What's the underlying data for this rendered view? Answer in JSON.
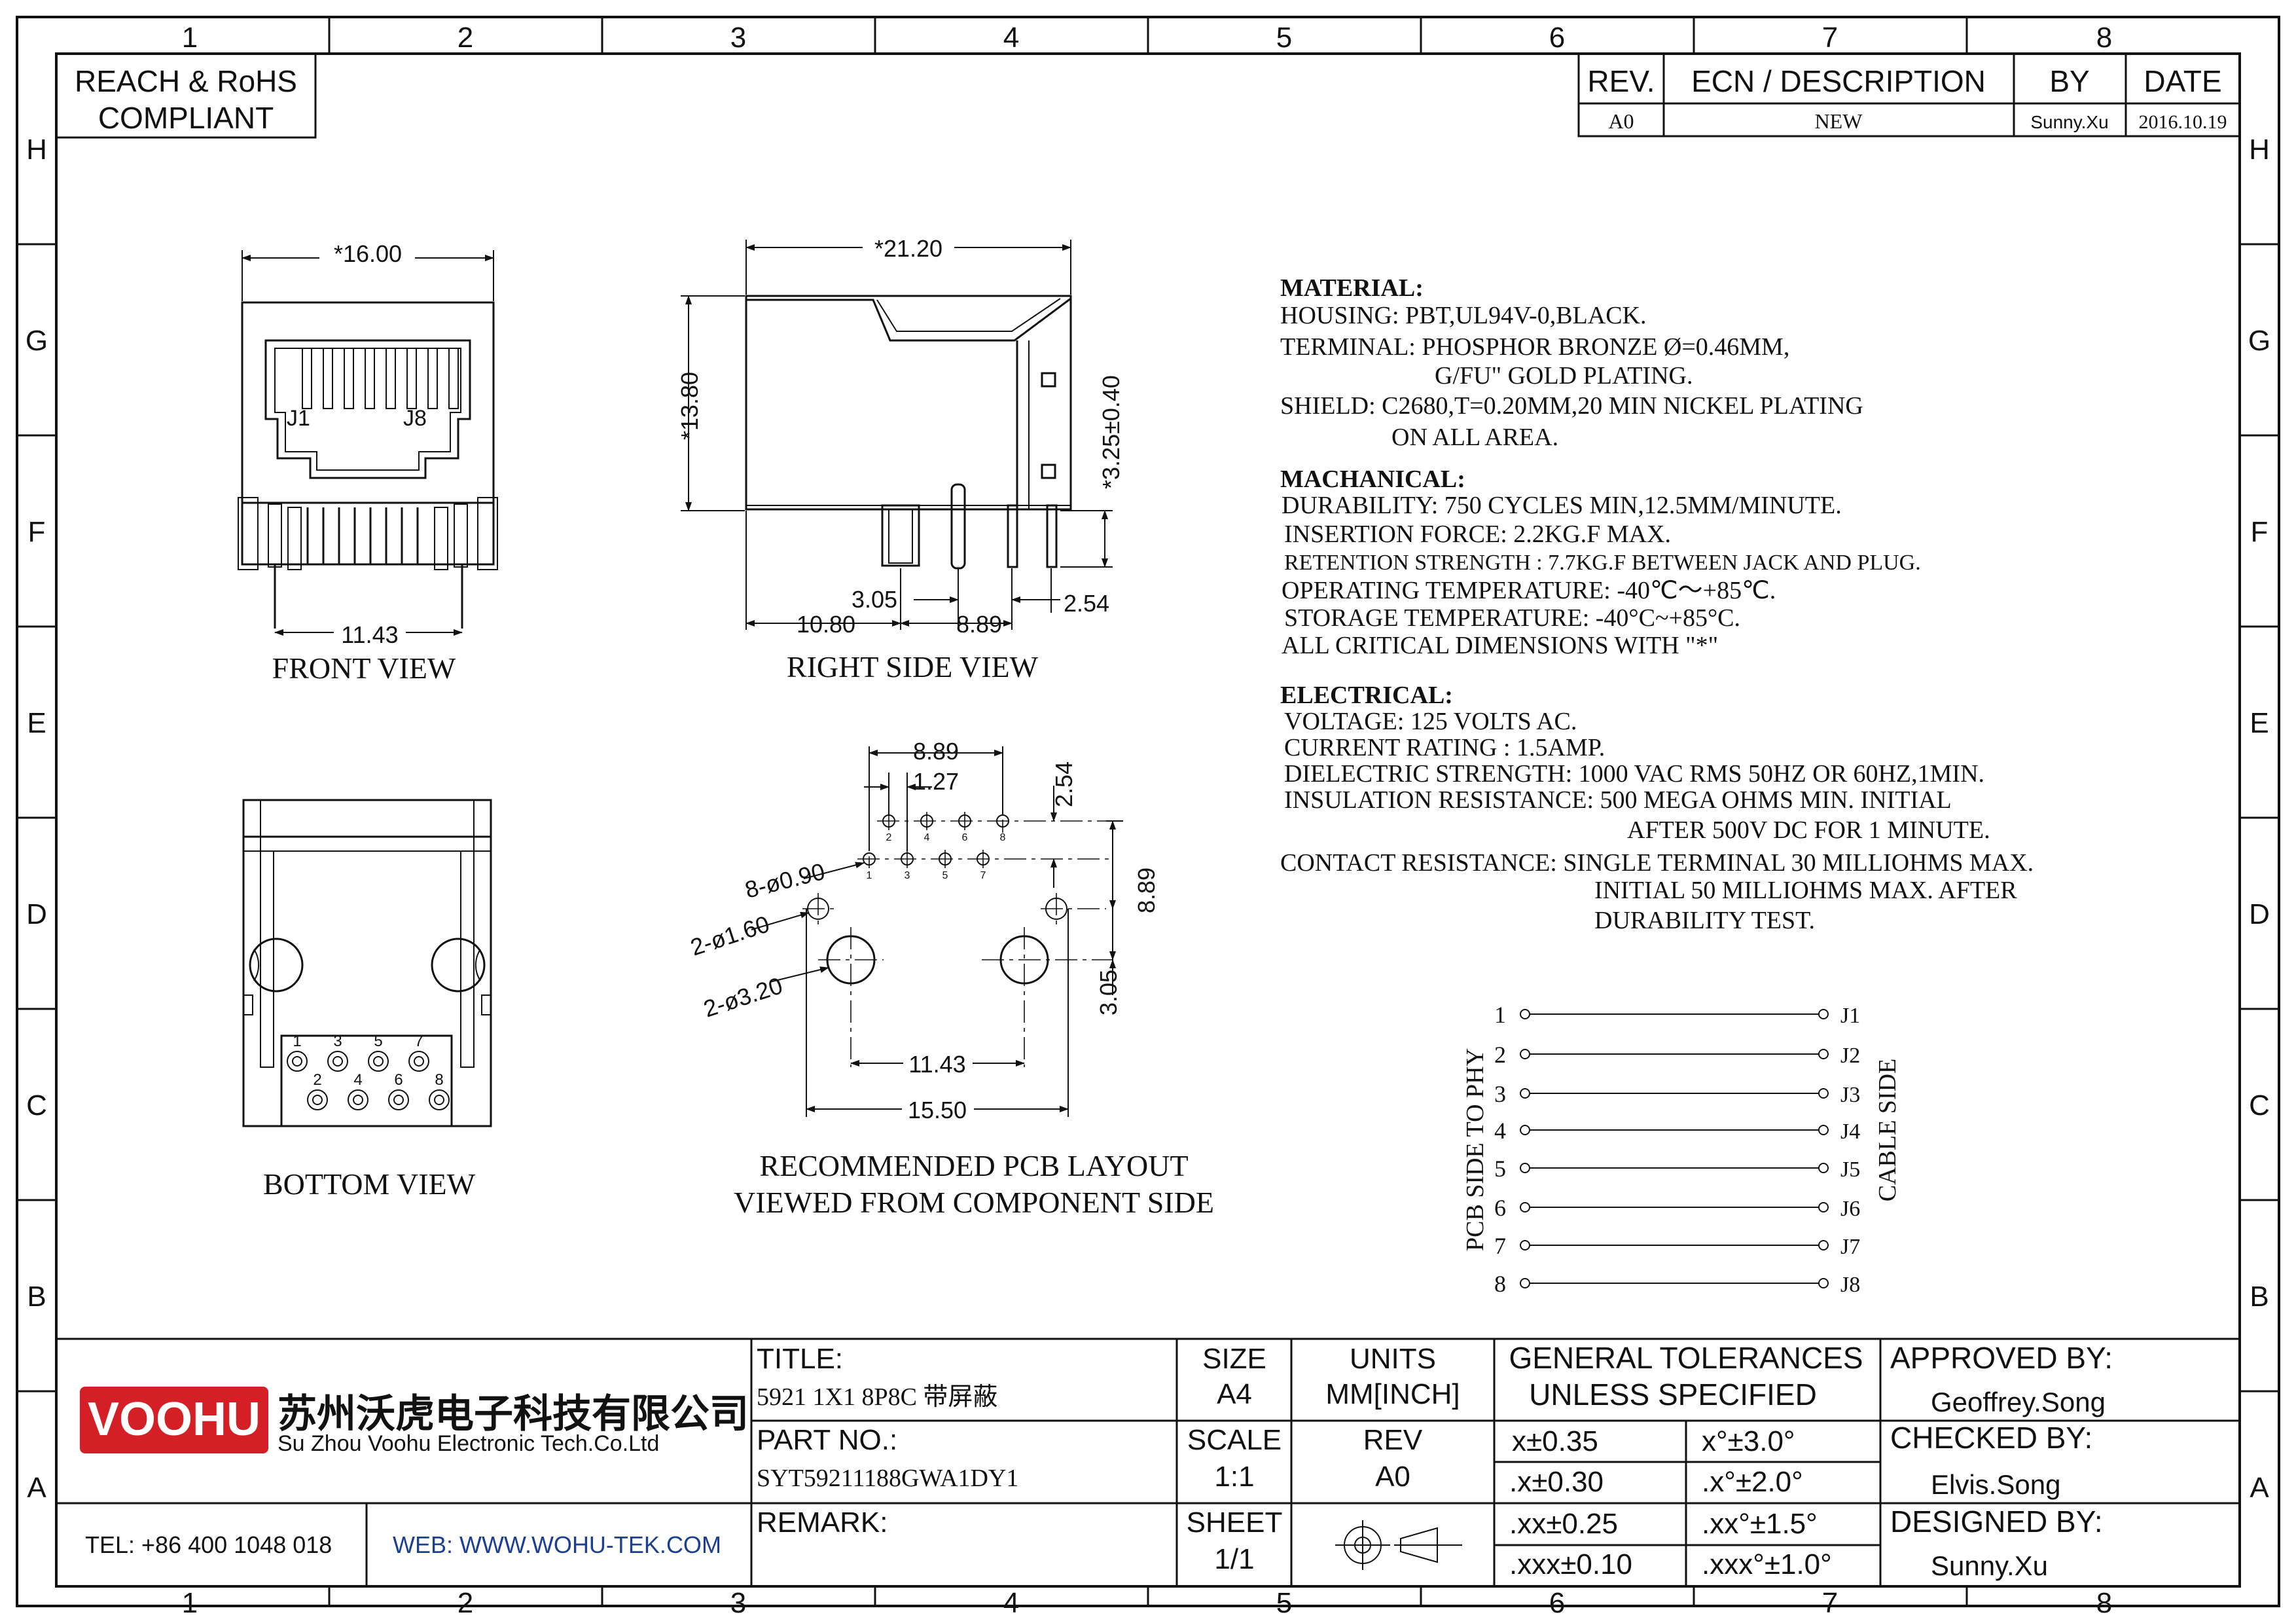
{
  "frame": {
    "columns": [
      "1",
      "2",
      "3",
      "4",
      "5",
      "6",
      "7",
      "8"
    ],
    "rows": [
      "H",
      "G",
      "F",
      "E",
      "D",
      "C",
      "B",
      "A"
    ]
  },
  "compliance": {
    "line1": "REACH & RoHS",
    "line2": "COMPLIANT"
  },
  "revision": {
    "headers": {
      "rev": "REV.",
      "ecn": "ECN / DESCRIPTION",
      "by": "BY",
      "date": "DATE"
    },
    "row": {
      "rev": "A0",
      "ecn": "NEW",
      "by": "Sunny.Xu",
      "date": "2016.10.19"
    }
  },
  "front_view": {
    "title": "FRONT VIEW",
    "width_dim": "*16.00",
    "pitch_dim": "11.43",
    "label_j1": "J1",
    "label_j8": "J8"
  },
  "side_view": {
    "title": "RIGHT SIDE VIEW",
    "length_dim": "*21.20",
    "height_dim": "*13.80",
    "pin_dim": "*3.25±0.40",
    "dim_305": "3.05",
    "dim_1080": "10.80",
    "dim_889": "8.89",
    "dim_254": "2.54"
  },
  "bottom_view": {
    "title": "BOTTOM VIEW",
    "odd_pins": [
      "1",
      "3",
      "5",
      "7"
    ],
    "even_pins": [
      "2",
      "4",
      "6",
      "8"
    ]
  },
  "pcb_layout": {
    "title_line1": "RECOMMENDED PCB LAYOUT",
    "title_line2": "VIEWED FROM COMPONENT SIDE",
    "dim_889_top": "8.89",
    "dim_127": "1.27",
    "dim_254": "2.54",
    "dim_889_side": "8.89",
    "dim_305": "3.05",
    "dim_1143": "11.43",
    "dim_1550": "15.50",
    "callout_pins": "8-ø0.90",
    "callout_pegs": "2-ø1.60",
    "callout_holes": "2-ø3.20",
    "top_row_pins": [
      "2",
      "4",
      "6",
      "8"
    ],
    "bottom_row_pins": [
      "1",
      "3",
      "5",
      "7"
    ]
  },
  "specs": {
    "material_head": "MATERIAL:",
    "housing": "HOUSING: PBT,UL94V-0,BLACK.",
    "terminal_1": "TERMINAL: PHOSPHOR BRONZE Ø=0.46MM,",
    "terminal_2": "G/FU\" GOLD PLATING.",
    "shield_1": "SHIELD: C2680,T=0.20MM,20 MIN NICKEL PLATING",
    "shield_2": "ON ALL AREA.",
    "mech_head": "MACHANICAL:",
    "durability": "DURABILITY: 750 CYCLES MIN,12.5MM/MINUTE.",
    "insertion": "INSERTION FORCE: 2.2KG.F MAX.",
    "retention": "RETENTION STRENGTH : 7.7KG.F BETWEEN JACK AND PLUG.",
    "operating": "OPERATING TEMPERATURE: -40℃～+85℃.",
    "storage": "STORAGE TEMPERATURE: -40°C~+85°C.",
    "critical": "ALL CRITICAL DIMENSIONS WITH \"*\"",
    "elec_head": "ELECTRICAL:",
    "voltage": "VOLTAGE: 125 VOLTS AC.",
    "current": "CURRENT RATING : 1.5AMP.",
    "dielectric": "DIELECTRIC STRENGTH: 1000 VAC RMS 50HZ OR 60HZ,1MIN.",
    "insulation_1": "INSULATION RESISTANCE: 500 MEGA OHMS MIN. INITIAL",
    "insulation_2": "AFTER 500V DC FOR 1 MINUTE.",
    "contact_1": "CONTACT RESISTANCE: SINGLE TERMINAL 30 MILLIOHMS MAX.",
    "contact_2": "INITIAL 50 MILLIOHMS MAX. AFTER",
    "contact_3": "DURABILITY TEST."
  },
  "wiring": {
    "left_label": "PCB SIDE TO PHY",
    "right_label": "CABLE SIDE",
    "left_pins": [
      "1",
      "2",
      "3",
      "4",
      "5",
      "6",
      "7",
      "8"
    ],
    "right_pins": [
      "J1",
      "J2",
      "J3",
      "J4",
      "J5",
      "J6",
      "J7",
      "J8"
    ]
  },
  "title_block": {
    "logo_text": "VOOHU",
    "company_cn": "苏州沃虎电子科技有限公司",
    "company_en": "Su Zhou Voohu Electronic Tech.Co.Ltd",
    "tel": "TEL: +86 400 1048 018",
    "web": "WEB: WWW.WOHU-TEK.COM",
    "title_label": "TITLE:",
    "title_value": "5921 1X1 8P8C 带屏蔽",
    "part_label": "PART NO.:",
    "part_value": "SYT59211188GWA1DY1",
    "remark_label": "REMARK:",
    "size_label": "SIZE",
    "size_value": "A4",
    "units_label": "UNITS",
    "units_value": "MM[INCH]",
    "scale_label": "SCALE",
    "scale_value": "1:1",
    "rev_label": "REV",
    "rev_value": "A0",
    "sheet_label": "SHEET",
    "sheet_value": "1/1",
    "tol_head_1": "GENERAL TOLERANCES",
    "tol_head_2": "UNLESS SPECIFIED",
    "tol": [
      "x±0.35",
      "x°±3.0°",
      ".x±0.30",
      ".x°±2.0°",
      ".xx±0.25",
      ".xx°±1.5°",
      ".xxx±0.10",
      ".xxx°±1.0°"
    ],
    "approved_label": "APPROVED BY:",
    "approved_value": "Geoffrey.Song",
    "checked_label": "CHECKED BY:",
    "checked_value": "Elvis.Song",
    "designed_label": "DESIGNED BY:",
    "designed_value": "Sunny.Xu"
  },
  "colors": {
    "logo_red": "#d51f26",
    "web_blue": "#1b3f91"
  }
}
